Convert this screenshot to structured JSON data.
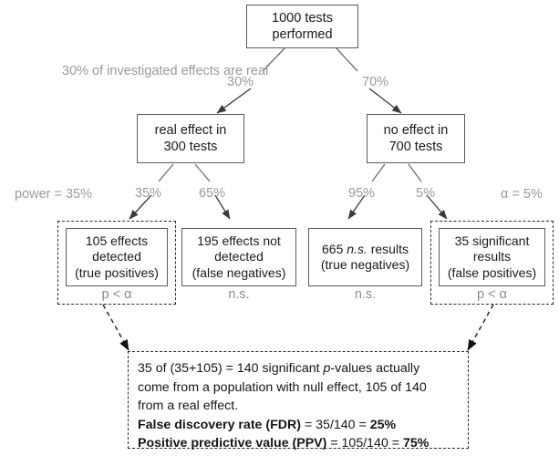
{
  "diagram": {
    "title": "Statistical testing outcomes tree (FDR / PPV)",
    "colors": {
      "box_border": "#5a5a5a",
      "dashed_border": "#2b2b2b",
      "label_gray": "#9a9a9a",
      "text": "#1a1a1a",
      "background": "#ffffff"
    },
    "root": {
      "line1": "1000 tests",
      "line2": "performed"
    },
    "level1": [
      {
        "id": "real-effect",
        "line1": "real effect in",
        "line2": "300 tests",
        "edge_label": "30%"
      },
      {
        "id": "no-effect",
        "line1": "no effect in",
        "line2": "700 tests",
        "edge_label": "70%"
      }
    ],
    "level2": [
      {
        "id": "true-positives",
        "line1": "105 effects",
        "line2": "detected",
        "line3": "(true positives)",
        "edge_label": "35%",
        "verdict": "p < α",
        "dashed": true
      },
      {
        "id": "false-negatives",
        "line1": "195 effects not",
        "line2": "detected",
        "line3": "(false negatives)",
        "edge_label": "65%",
        "verdict": "n.s.",
        "dashed": false
      },
      {
        "id": "true-negatives",
        "line1_pre": "665 ",
        "line1_em": "n.s.",
        "line1_post": " results",
        "line2": "(true negatives)",
        "edge_label": "95%",
        "verdict": "n.s.",
        "dashed": false
      },
      {
        "id": "false-positives",
        "line1": "35 significant",
        "line2": "results",
        "line3": "(false positives)",
        "edge_label": "5%",
        "verdict": "p < α",
        "dashed": true
      }
    ],
    "annotations": {
      "prior_line1": "30% of investigated",
      "prior_line2": "effects are real",
      "power": "power = 35%",
      "alpha": "α = 5%"
    },
    "summary": {
      "line1_a": "35 of (35+105) = 140 significant ",
      "line1_em": "p",
      "line1_b": "-values actually",
      "line2": "come from a population with null effect, 105 of 140",
      "line3": "from a real effect.",
      "fdr_label": "False discovery rate (FDR)",
      "fdr_mid": " = 35/140 = ",
      "fdr_value": "25%",
      "ppv_label": "Positive predictive value (PPV)",
      "ppv_mid": " = 105/140 = ",
      "ppv_value": "75%"
    }
  }
}
